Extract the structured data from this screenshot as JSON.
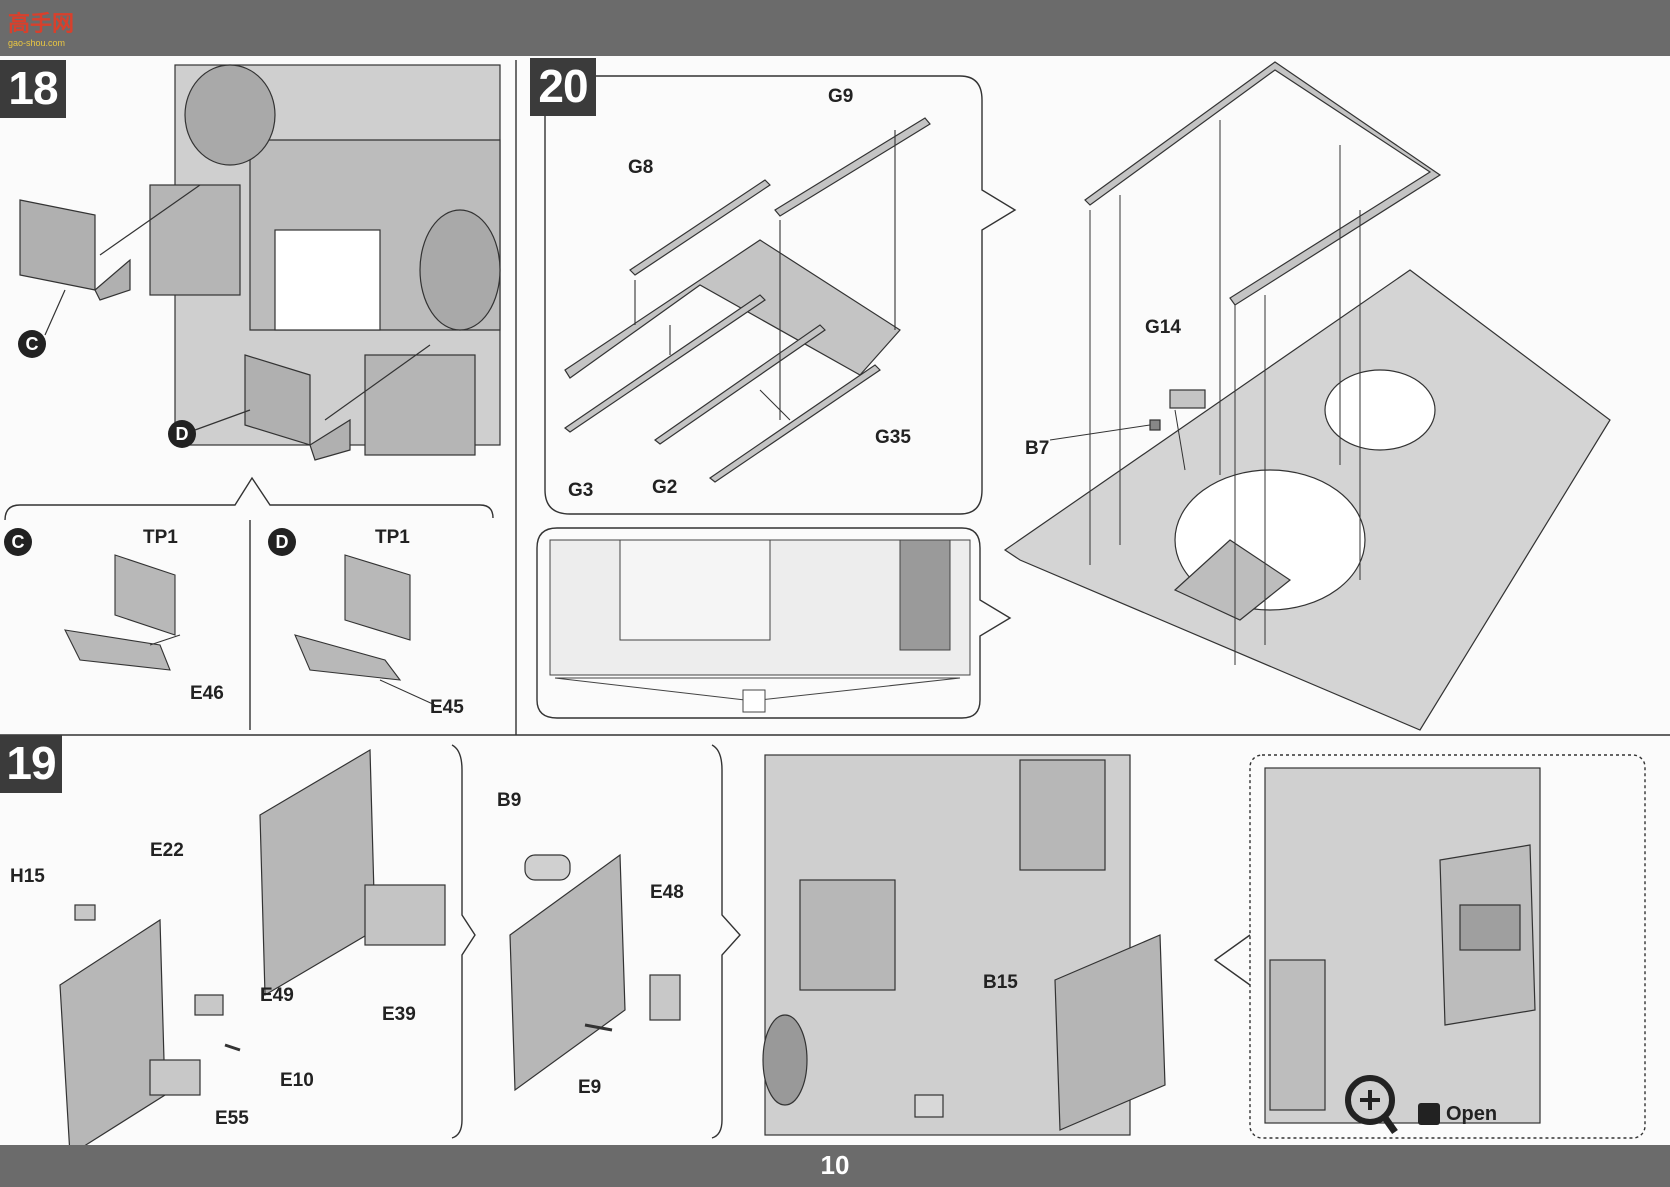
{
  "header": {
    "logo_text": "高手网",
    "logo_sub": "gao-shou.com"
  },
  "page_number": "10",
  "steps": {
    "s18": {
      "number": "18"
    },
    "s19": {
      "number": "19"
    },
    "s20": {
      "number": "20"
    }
  },
  "callouts": {
    "c": "C",
    "d": "D",
    "c2": "C",
    "d2": "D"
  },
  "parts": {
    "tp1_left": "TP1",
    "tp1_right": "TP1",
    "e46": "E46",
    "e45": "E45",
    "g9": "G9",
    "g8": "G8",
    "g3": "G3",
    "g2": "G2",
    "g35": "G35",
    "g14": "G14",
    "b7": "B7",
    "h15": "H15",
    "e22": "E22",
    "e49": "E49",
    "e10": "E10",
    "e55": "E55",
    "e39": "E39",
    "b9": "B9",
    "e48": "E48",
    "e9": "E9",
    "b15": "B15"
  },
  "open_label": "Open",
  "colors": {
    "bar": "#6b6b6b",
    "step_bg": "#3b3b3b",
    "part_fill": "#bdbdbd",
    "line": "#333333"
  }
}
